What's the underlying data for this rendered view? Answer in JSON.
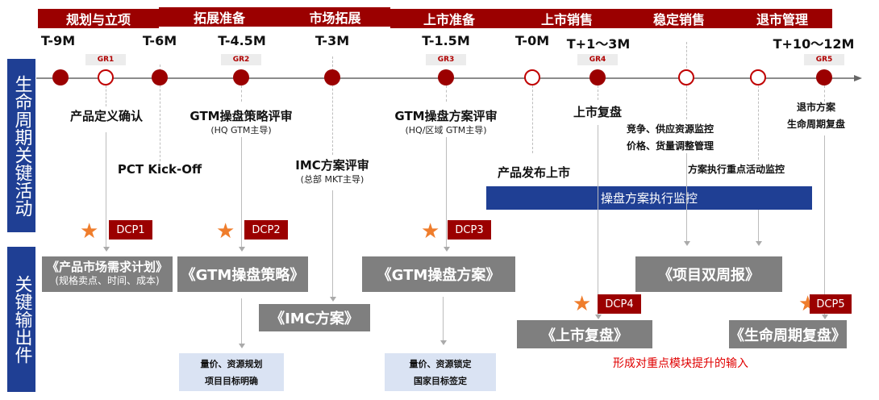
{
  "phases": [
    {
      "label": "规划与立项"
    },
    {
      "label": "拓展准备"
    },
    {
      "label": "市场拓展"
    },
    {
      "label": "上市准备"
    },
    {
      "label": "上市销售"
    },
    {
      "label": "稳定销售"
    },
    {
      "label": "退市管理"
    }
  ],
  "time_labels": [
    "T-9M",
    "T-6M",
    "T-4.5M",
    "T-3M",
    "T-1.5M",
    "T-0M",
    "T+1～3M",
    "T+10～12M"
  ],
  "gates": [
    "GR1",
    "GR2",
    "GR3",
    "GR4",
    "GR5"
  ],
  "side_labels": {
    "activities": "生命周期关键活动",
    "outputs": "关键输出件"
  },
  "activities": {
    "product_definition": "产品定义确认",
    "pct_kickoff": "PCT Kick-Off",
    "gtm_strategy_review": "GTM操盘策略评审",
    "gtm_strategy_review_sub": "(HQ GTM主导)",
    "imc_review": "IMC方案评审",
    "imc_review_sub": "(总部 MKT主导)",
    "gtm_plan_review": "GTM操盘方案评审",
    "gtm_plan_review_sub": "(HQ/区域 GTM主导)",
    "product_launch": "产品发布上市",
    "launch_review": "上市复盘",
    "monitor_line1": "竞争、供应资源监控",
    "monitor_line2": "价格、货量调整管理",
    "key_activity_monitor": "方案执行重点活动监控",
    "exit_line1": "退市方案",
    "exit_line2": "生命周期复盘",
    "execution_bar": "操盘方案执行监控"
  },
  "dcps": [
    "DCP1",
    "DCP2",
    "DCP3",
    "DCP4",
    "DCP5"
  ],
  "outputs": {
    "pmrp": "《产品市场需求计划》",
    "pmrp_sub": "(规格卖点、时间、成本)",
    "gtm_strategy": "《GTM操盘策略》",
    "imc_plan": "《IMC方案》",
    "gtm_plan": "《GTM操盘方案》",
    "biweekly": "《项目双周报》",
    "launch_review": "《上市复盘》",
    "lifecycle_review": "《生命周期复盘》"
  },
  "notes": {
    "note1_line1": "量价、资源规划",
    "note1_line2": "项目目标明确",
    "note2_line1": "量价、资源锁定",
    "note2_line2": "国家目标签定",
    "improvement_input": "形成对重点模块提升的输入"
  },
  "colors": {
    "phase_red": "#9b0000",
    "side_blue": "#1f3f94",
    "output_gray": "#7f7f7f",
    "star_orange": "#ef7d2c",
    "note_blue": "#dae3f3",
    "accent_red_text": "#e00000"
  }
}
